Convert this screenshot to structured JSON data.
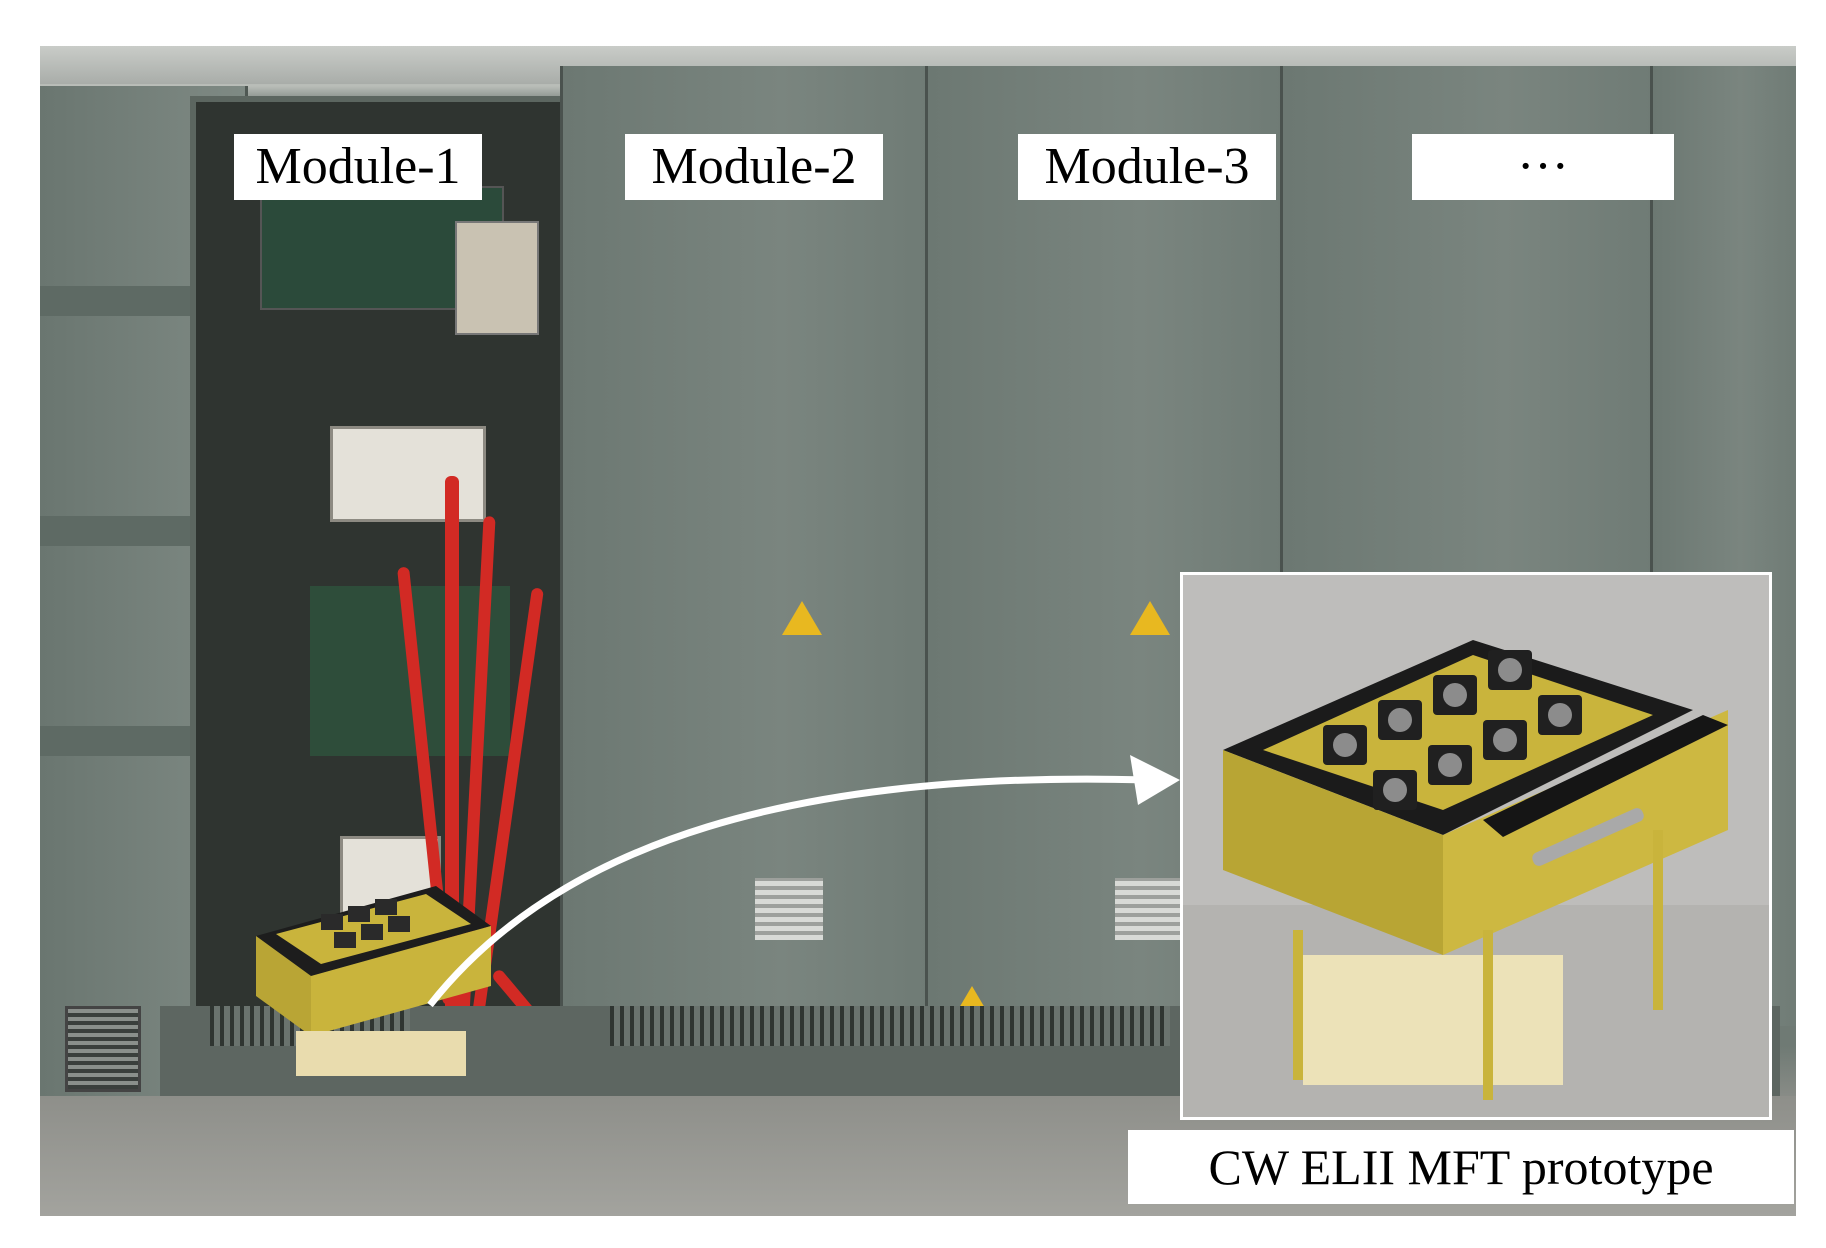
{
  "labels": {
    "module_1": "Module-1",
    "module_2": "Module-2",
    "module_3": "Module-3",
    "module_more": "···"
  },
  "inset": {
    "caption": "CW ELII MFT prototype"
  },
  "colors": {
    "cabinet_gray": "#74807a",
    "cable_red": "#d22a24",
    "mft_yellow": "#c9b43c",
    "warning_yellow": "#e8b820",
    "label_bg": "#ffffff"
  },
  "icons": {
    "warning": "high-voltage-warning-icon",
    "arrow": "curved-arrow-icon"
  }
}
